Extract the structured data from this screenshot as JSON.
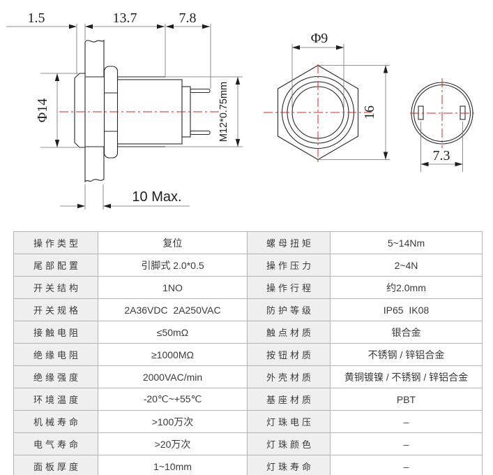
{
  "page": {
    "background": "#ffffff"
  },
  "drawing": {
    "line_color": "#262626",
    "centerline_color": "#e22020",
    "side_view": {
      "dim_head_protrusion": "1.5",
      "dim_body_length": "13.7",
      "dim_pin_length": "7.8",
      "dim_head_diameter": "Φ14",
      "dim_thread_spec": "M12*0.75mm",
      "dim_panel_thickness": "10 Max."
    },
    "front_view": {
      "dim_button_diameter": "Φ9",
      "dim_across_corners": "16"
    },
    "rear_view": {
      "dim_pin_pitch": "7.3"
    }
  },
  "specs": {
    "rows": [
      {
        "c0": "操作类型",
        "c1": "复位",
        "c2": "螺母扭矩",
        "c3": "5~14Nm"
      },
      {
        "c0": "尾部配置",
        "c1": "引脚式 2.0*0.5",
        "c2": "操作压力",
        "c3": "2~4N"
      },
      {
        "c0": "开关结构",
        "c1": "1NO",
        "c2": "操作行程",
        "c3": "约2.0mm"
      },
      {
        "c0": "开关规格",
        "c1": "2A36VDC  2A250VAC",
        "c2": "防护等级",
        "c3": "IP65  IK08"
      },
      {
        "c0": "接触电阻",
        "c1": "≤50mΩ",
        "c2": "触点材质",
        "c3": "银合金"
      },
      {
        "c0": "绝缘电阻",
        "c1": "≥1000MΩ",
        "c2": "按钮材质",
        "c3": "不锈钢 / 锌铝合金"
      },
      {
        "c0": "绝缘强度",
        "c1": "2000VAC/min",
        "c2": "外壳材质",
        "c3": "黄铜镀镍 / 不锈钢 / 锌铝合金"
      },
      {
        "c0": "环境温度",
        "c1": "-20℃~+55℃",
        "c2": "基座材质",
        "c3": "PBT"
      },
      {
        "c0": "机械寿命",
        "c1": ">100万次",
        "c2": "灯珠电压",
        "c3": "–"
      },
      {
        "c0": "电气寿命",
        "c1": ">20万次",
        "c2": "灯珠颜色",
        "c3": "–"
      },
      {
        "c0": "面板厚度",
        "c1": "1~10mm",
        "c2": "灯珠寿命",
        "c3": "–"
      }
    ]
  }
}
